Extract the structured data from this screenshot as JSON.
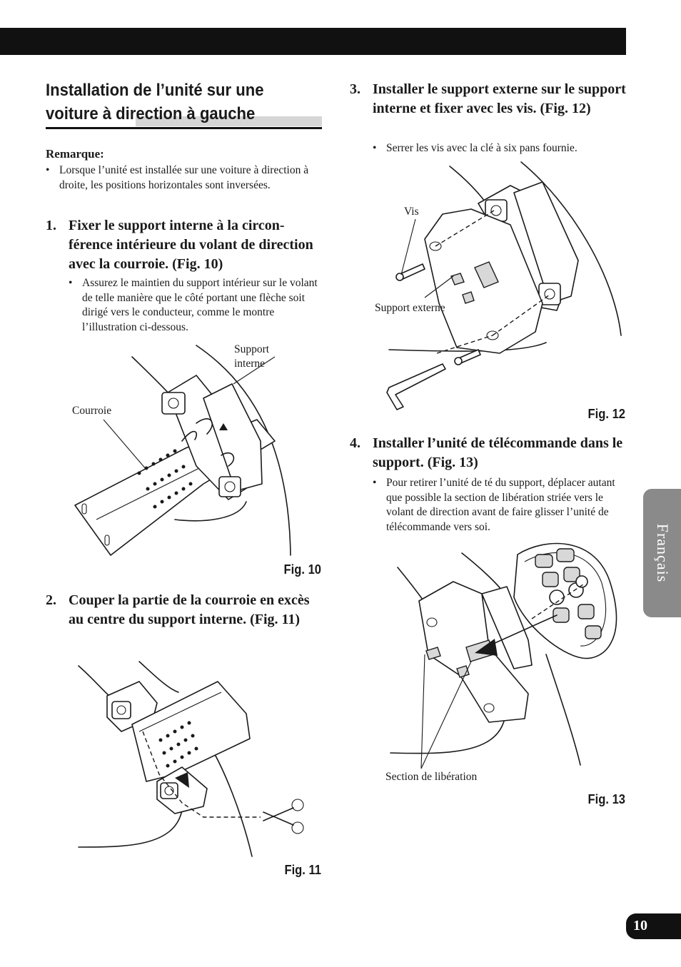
{
  "section": {
    "title": "Installation de l’unité sur une voiture à direction à gauche"
  },
  "remark": {
    "title": "Remarque:",
    "bullet": "Lorsque l’unité est installée sur une voiture à direction à droite, les positions horizontales sont inversées."
  },
  "steps": [
    {
      "number": "1.",
      "title": "Fixer le support interne à la circon-férence intérieure du volant de direction avec la courroie. (Fig. 10)",
      "bullet": "Assurez le maintien du support intérieur sur le volant de telle manière que le côté portant une flèche soit dirigé vers le conducteur, comme le montre l’illustration ci-dessous."
    },
    {
      "number": "2.",
      "title": "Couper la partie de la courroie en excès au centre du support interne. (Fig. 11)"
    },
    {
      "number": "3.",
      "title": "Installer le support externe sur le support interne et fixer avec les vis. (Fig. 12)",
      "bullet": "Serrer les vis avec la clé à six pans fournie."
    },
    {
      "number": "4.",
      "title": "Installer l’unité de télécommande dans le support. (Fig. 13)",
      "bullet": "Pour retirer l’unité de té du support, déplacer autant que possible la section de libération striée vers le volant de direction avant de faire glisser l’unité de télécommande vers soi."
    }
  ],
  "figures": {
    "fig10": {
      "label": "Fig. 10",
      "callout_support_line1": "Support",
      "callout_support_line2": "interne",
      "callout_strap": "Courroie"
    },
    "fig11": {
      "label": "Fig. 11"
    },
    "fig12": {
      "label": "Fig. 12",
      "callout_screw": "Vis",
      "callout_external": "Support externe"
    },
    "fig13": {
      "label": "Fig. 13",
      "callout_release": "Section de libération"
    }
  },
  "language_tab": "Français",
  "page_number": "10"
}
